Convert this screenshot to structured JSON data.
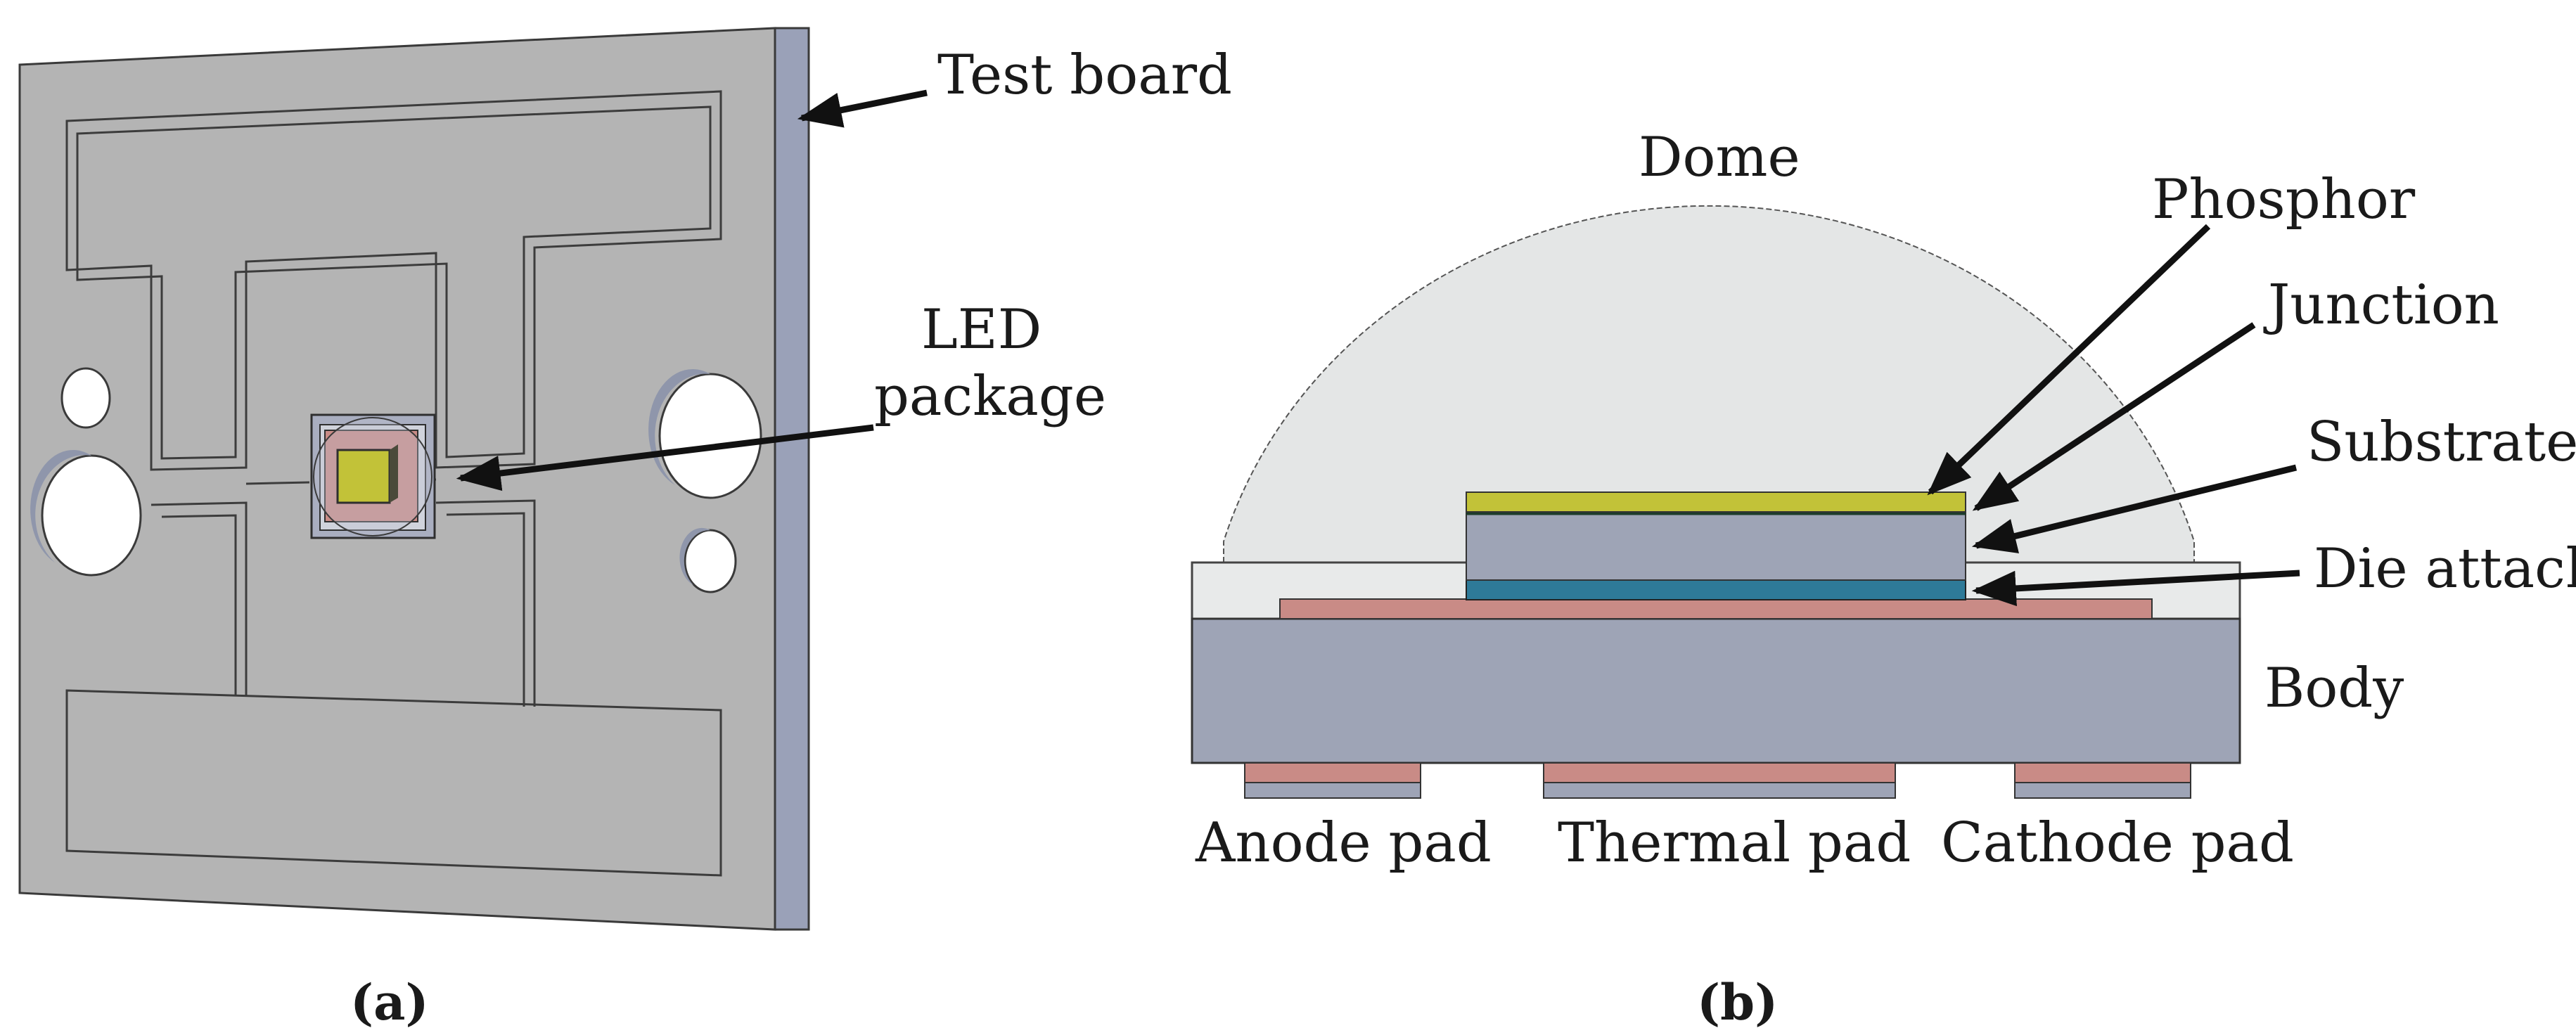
{
  "panel_a": {
    "caption": "(a)",
    "labels": {
      "test_board": "Test board",
      "led_package_line1": "LED",
      "led_package_line2": "package"
    }
  },
  "panel_b": {
    "caption": "(b)",
    "labels": {
      "dome": "Dome",
      "phosphor": "Phosphor",
      "junction": "Junction",
      "substrate": "Substrate",
      "die_attach": "Die attach",
      "body": "Body",
      "anode_pad": "Anode pad",
      "thermal_pad": "Thermal pad",
      "cathode_pad": "Cathode pad"
    }
  },
  "colors": {
    "board_face": "#b4b4b4",
    "board_edge": "#9aa1b8",
    "dome": "#e4e6e6",
    "phosphor": "#c2c238",
    "substrate": "#9ea4b6",
    "die_attach": "#2e7a98",
    "copper": "#c98b86",
    "body": "#9ea4b6"
  }
}
